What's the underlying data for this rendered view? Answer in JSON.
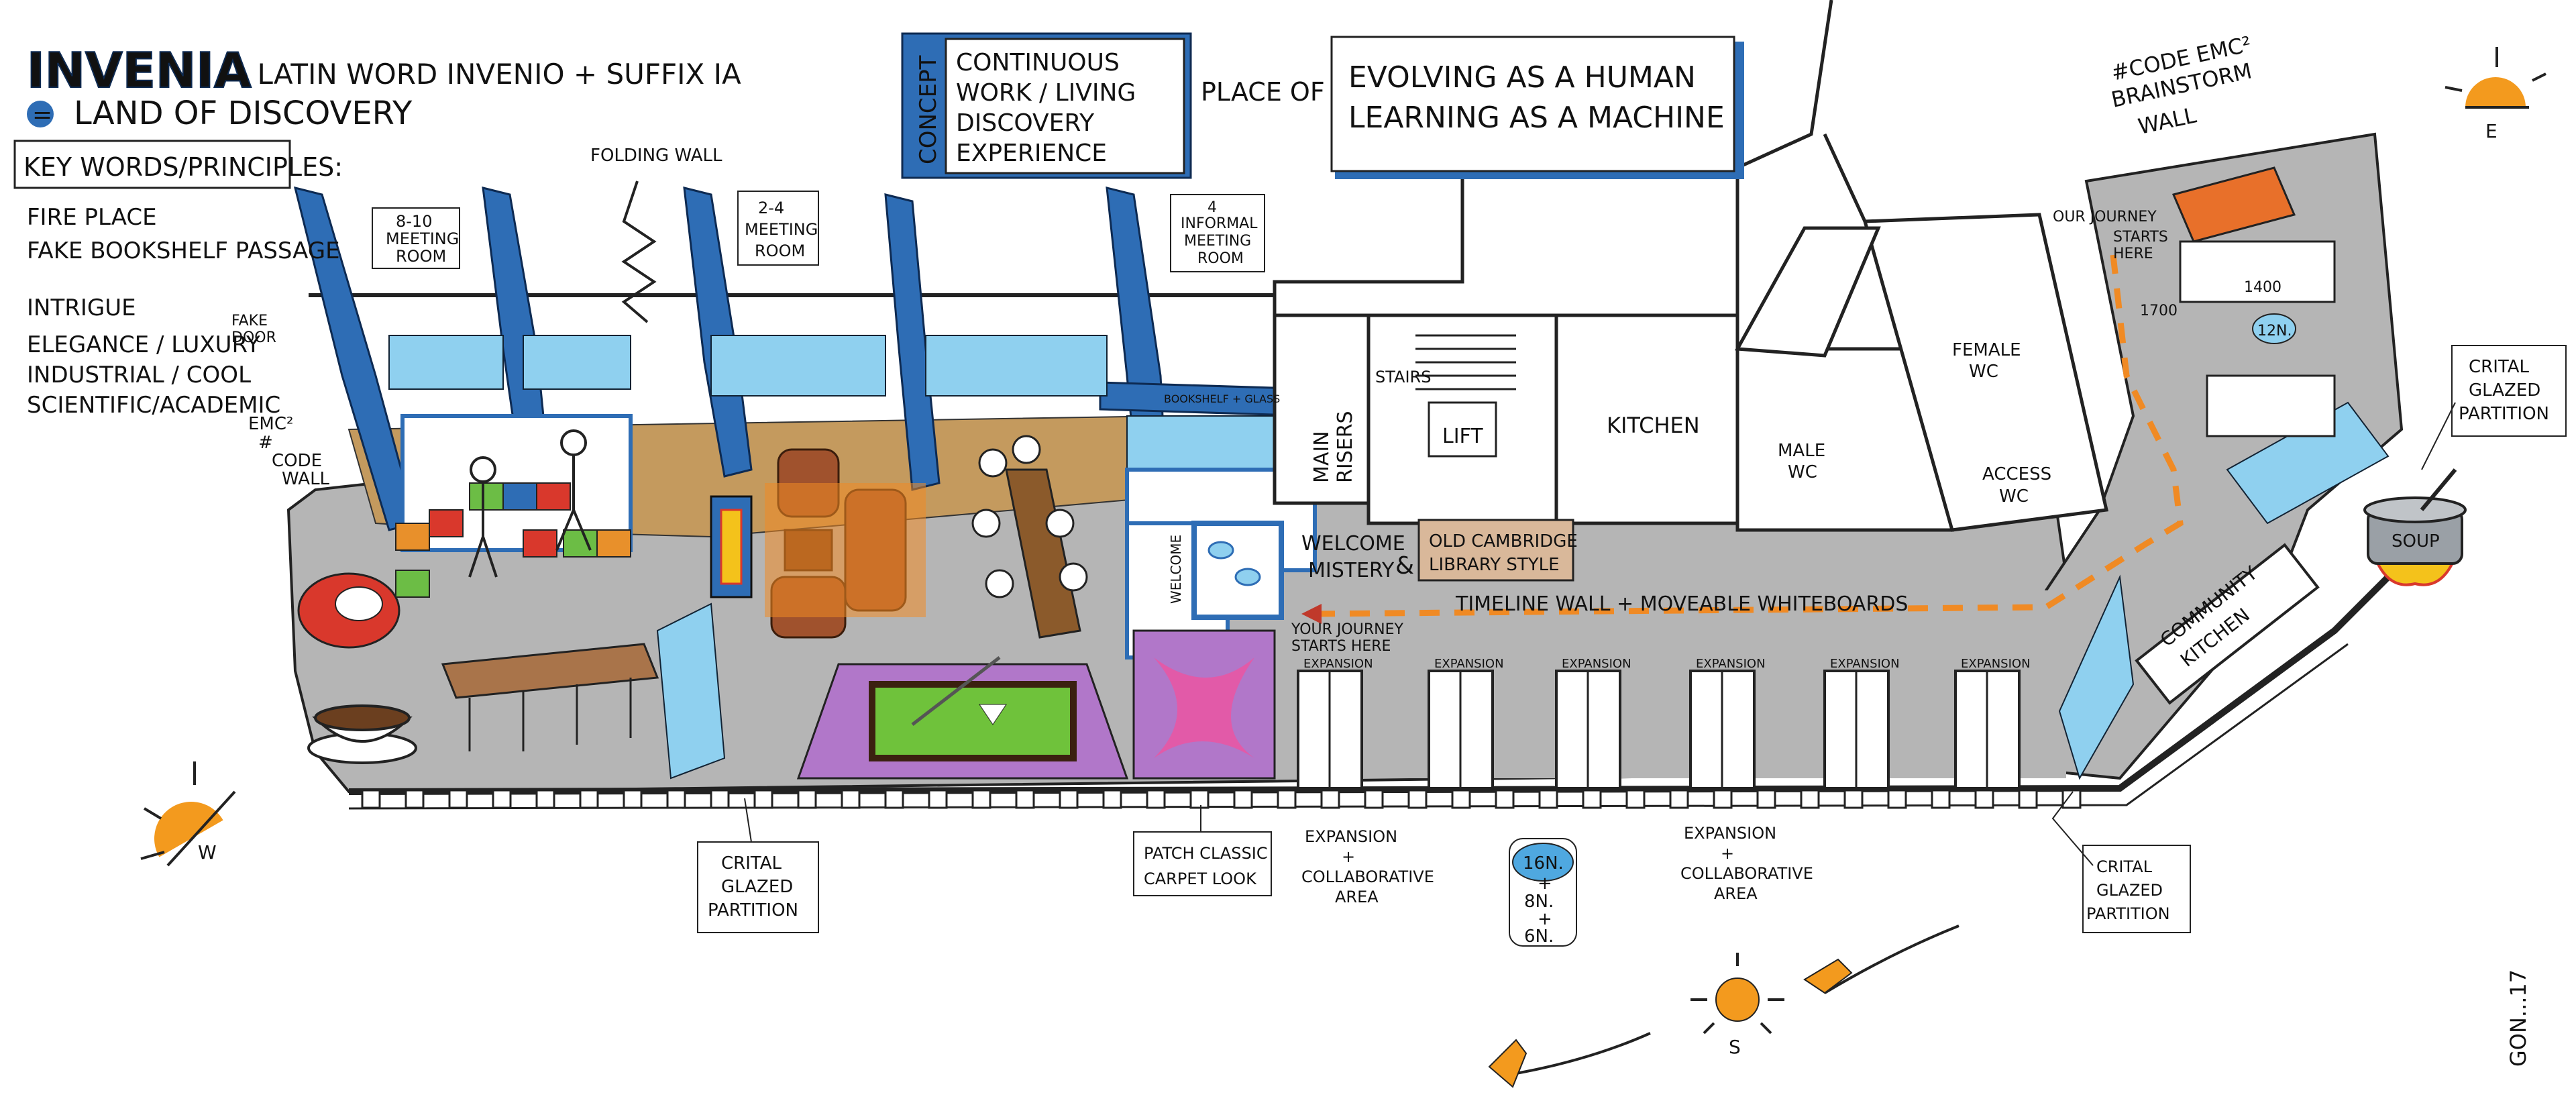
{
  "title": {
    "word": "INVENIA",
    "origin": "- LATIN WORD INVENIO + SUFFIX IA",
    "eq_sign": "=",
    "meaning": "LAND OF DISCOVERY"
  },
  "keywords": {
    "heading": "KEY WORDS/PRINCIPLES:",
    "items": [
      "FIRE PLACE",
      "FAKE BOOKSHELF PASSAGE",
      "INTRIGUE",
      "ELEGANCE / LUXURY",
      "INDUSTRIAL / COOL",
      "SCIENTIFIC/ACADEMIC"
    ]
  },
  "concept": {
    "label": "CONCEPT",
    "lines": [
      "CONTINUOUS",
      "WORK / LIVING",
      "DISCOVERY",
      "EXPERIENCE"
    ],
    "place_of": "PLACE OF",
    "tagline1": "EVOLVING AS A HUMAN",
    "tagline2": "LEARNING AS A MACHINE"
  },
  "labels": {
    "folding_wall": "FOLDING WALL",
    "meeting_8_10": [
      "8-10",
      "MEETING",
      "ROOM"
    ],
    "meeting_2_4": [
      "2-4",
      "MEETING",
      "ROOM"
    ],
    "informal_4": [
      "4",
      "INFORMAL",
      "MEETING",
      "ROOM"
    ],
    "fake_door": [
      "FAKE",
      "DOOR"
    ],
    "emc2_wall": [
      "EMC²",
      "#",
      "CODE",
      "WALL"
    ],
    "stairs": "STAIRS",
    "lift": "LIFT",
    "kitchen": "KITCHEN",
    "male_wc": [
      "MALE",
      "WC"
    ],
    "female_wc": [
      "FEMALE",
      "WC"
    ],
    "access_wc": [
      "ACCESS",
      "WC"
    ],
    "main_risers": [
      "MAIN",
      "RISERS"
    ],
    "welcome_mistery": [
      "WELCOME",
      "MISTERY"
    ],
    "ampersand": "&",
    "old_cambridge": [
      "OLD CAMBRIDGE",
      "LIBRARY STYLE"
    ],
    "timeline_wall": "TIMELINE WALL + MOVEABLE WHITEBOARDS",
    "journey_start": [
      "YOUR JOURNEY",
      "STARTS HERE"
    ],
    "our_journey": [
      "OUR JOURNEY",
      "STARTS",
      "HERE"
    ],
    "expansion": "EXPANSION",
    "brainstorm": [
      "#CODE EMC²",
      "BRAINSTORM",
      "WALL"
    ],
    "dim_1400": "1400",
    "dim_1700": "1700",
    "capacity_12": "12N.",
    "crital_right": [
      "CRITAL",
      "GLAZED",
      "PARTITION"
    ],
    "soup": "SOUP",
    "community_kitchen": [
      "COMMUNITY",
      "KITCHEN"
    ],
    "crital_bottom_left": [
      "CRITAL",
      "GLAZED",
      "PARTITION"
    ],
    "patch_carpet": [
      "PATCH CLASSIC",
      "CARPET LOOK"
    ],
    "expansion_area_1": [
      "EXPANSION",
      "+",
      "COLLABORATIVE",
      "AREA"
    ],
    "capacity_stack": [
      "16N.",
      "+",
      "8N.",
      "+",
      "6N."
    ],
    "expansion_area_2": [
      "EXPANSION",
      "+",
      "COLLABORATIVE",
      "AREA"
    ],
    "crital_bottom_right": [
      "CRITAL",
      "GLAZED",
      "PARTITION"
    ],
    "bookshelf_glass": "BOOKSHELF + GLASS",
    "welcome_vertical": "WELCOME",
    "compass_w": "W",
    "compass_e": "E",
    "compass_s": "S",
    "signature": "GON...17"
  },
  "colors": {
    "blue": "#2e6db5",
    "floor": "#b5b5b5",
    "wood": "#c49a5e",
    "orange": "#f08a24",
    "sun": "#f39a1e",
    "purple": "#b177c9",
    "pink": "#e25aa8",
    "green_table": "#6fc23b",
    "glass": "#8fd0ef",
    "leather": "#a0522d"
  }
}
